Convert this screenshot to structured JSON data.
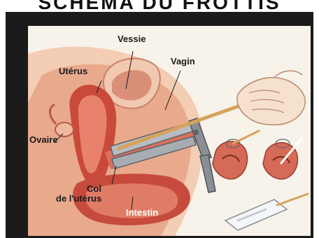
{
  "banner": {
    "title": "SCHEMA DU FROTTIS"
  },
  "labels": {
    "vessie": "Vessie",
    "uterus": "Utérus",
    "vagin": "Vagin",
    "ovaire": "Ovaire",
    "col_line1": "Col",
    "col_line2": "de l'utérus",
    "intestin": "Intestin"
  },
  "colors": {
    "slide_border": "#1b1b1b",
    "figure_background": "#f7f3ea",
    "tissue_pink": "#e89a80",
    "tissue_red": "#c0392b",
    "skin": "#f2d6bf",
    "instrument_metal": "#8a8f96"
  },
  "icons": {
    "speculum": "speculum-icon",
    "hand": "hand-icon",
    "spatula": "spatula-icon",
    "glass_slide": "glass-slide-icon"
  }
}
